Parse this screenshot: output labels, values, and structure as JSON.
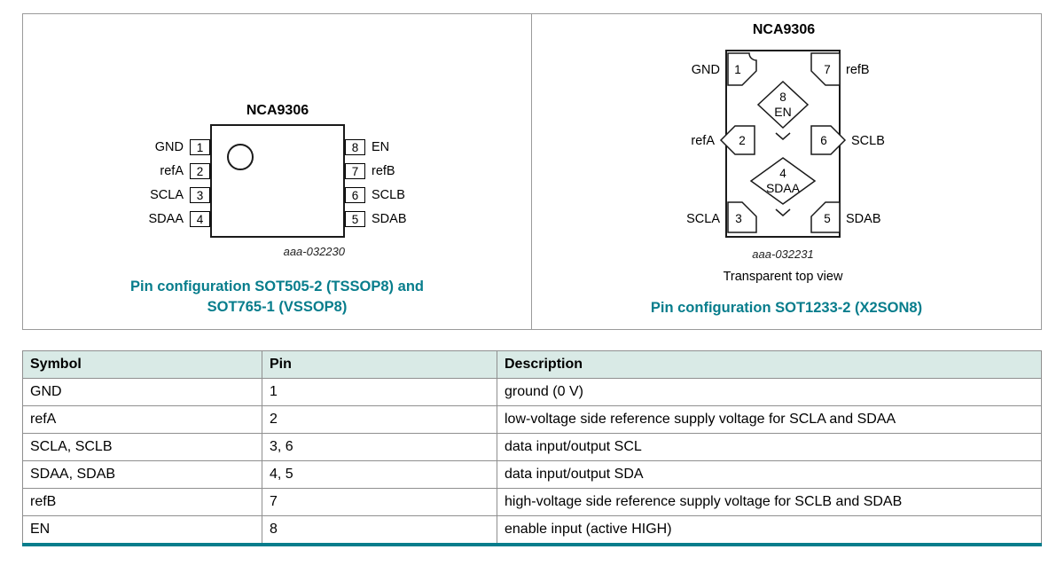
{
  "colors": {
    "accent_teal": "#077d8c",
    "table_header_bg": "#d9eae6",
    "border_gray": "#8f8f8f"
  },
  "figures": {
    "left": {
      "title": "NCA9306",
      "left_pins": [
        {
          "label": "GND",
          "num": "1"
        },
        {
          "label": "refA",
          "num": "2"
        },
        {
          "label": "SCLA",
          "num": "3"
        },
        {
          "label": "SDAA",
          "num": "4"
        }
      ],
      "right_pins": [
        {
          "num": "8",
          "label": "EN"
        },
        {
          "num": "7",
          "label": "refB"
        },
        {
          "num": "6",
          "label": "SCLB"
        },
        {
          "num": "5",
          "label": "SDAB"
        }
      ],
      "figure_id": "aaa-032230",
      "caption_line1": "Pin configuration SOT505-2 (TSSOP8) and",
      "caption_line2": "SOT765-1 (VSSOP8)"
    },
    "right": {
      "title": "NCA9306",
      "pins": {
        "p1": {
          "num": "1",
          "label": "GND"
        },
        "p2": {
          "num": "2",
          "label": "refA"
        },
        "p3": {
          "num": "3",
          "label": "SCLA"
        },
        "p4": {
          "num": "4",
          "label": "SDAA"
        },
        "p5": {
          "num": "5",
          "label": "SDAB"
        },
        "p6": {
          "num": "6",
          "label": "SCLB"
        },
        "p7": {
          "num": "7",
          "label": "refB"
        },
        "p8": {
          "num": "8",
          "label": "EN"
        }
      },
      "figure_id": "aaa-032231",
      "note": "Transparent top view",
      "caption": "Pin configuration SOT1233-2 (X2SON8)"
    }
  },
  "table": {
    "headers": [
      "Symbol",
      "Pin",
      "Description"
    ],
    "rows": [
      [
        "GND",
        "1",
        "ground (0 V)"
      ],
      [
        "refA",
        "2",
        "low-voltage side reference supply voltage for SCLA and SDAA"
      ],
      [
        "SCLA, SCLB",
        "3, 6",
        "data input/output SCL"
      ],
      [
        "SDAA, SDAB",
        "4, 5",
        "data input/output SDA"
      ],
      [
        "refB",
        "7",
        "high-voltage side reference supply voltage for SCLB and SDAB"
      ],
      [
        "EN",
        "8",
        "enable input (active HIGH)"
      ]
    ]
  }
}
